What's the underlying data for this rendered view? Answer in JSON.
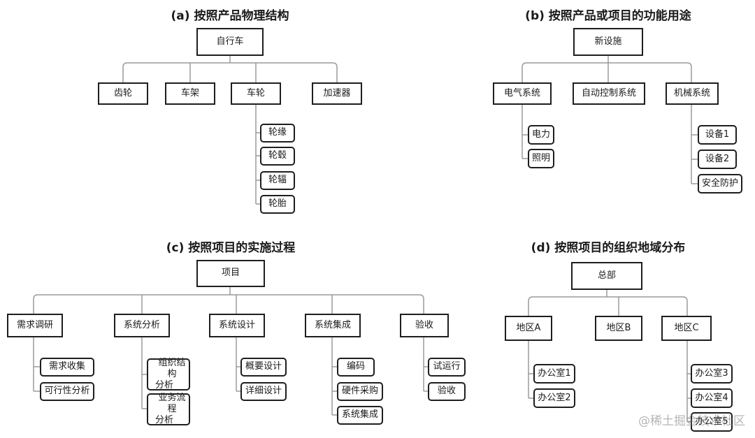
{
  "titles": {
    "a": "(a) 按照产品物理结构",
    "b": "(b) 按照产品或项目的功能用途",
    "c": "(c) 按照项目的实施过程",
    "d": "(d) 按照项目的组织地域分布"
  },
  "a": {
    "root": "自行车",
    "level1": [
      "齿轮",
      "车架",
      "车轮",
      "加速器"
    ],
    "wheel_children": [
      "轮缘",
      "轮毂",
      "轮辐",
      "轮胎"
    ]
  },
  "b": {
    "root": "新设施",
    "level1": [
      "电气系统",
      "自动控制系统",
      "机械系统"
    ],
    "electric_children": [
      "电力",
      "照明"
    ],
    "mechanical_children": [
      "设备1",
      "设备2",
      "安全防护"
    ]
  },
  "c": {
    "root": "项目",
    "level1": [
      "需求调研",
      "系统分析",
      "系统设计",
      "系统集成",
      "验收"
    ],
    "research_children": [
      "需求收集",
      "可行性分析"
    ],
    "analysis_children": [
      {
        "line1": "组织结构",
        "line2": "分析"
      },
      {
        "line1": "业务流程",
        "line2": "分析"
      }
    ],
    "design_children": [
      "概要设计",
      "详细设计"
    ],
    "integration_children": [
      "编码",
      "硬件采购",
      "系统集成"
    ],
    "acceptance_children": [
      "试运行",
      "验收"
    ]
  },
  "d": {
    "root": "总部",
    "level1": [
      "地区A",
      "地区B",
      "地区C"
    ],
    "regionA_children": [
      "办公室1",
      "办公室2"
    ],
    "regionC_children": [
      "办公室3",
      "办公室4",
      "办公室5"
    ]
  },
  "watermark": "@稀土掘金技术社区"
}
